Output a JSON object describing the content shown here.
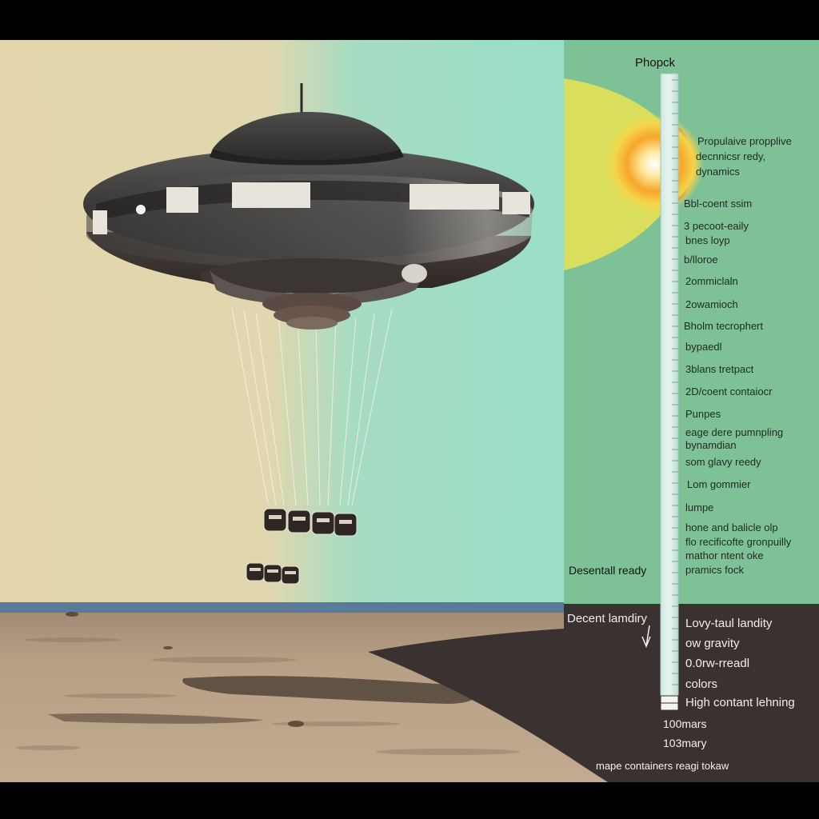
{
  "header": {
    "title": "Phopck"
  },
  "propulsion_callout": [
    "Propulaive propplive",
    "decnnicsr redy,",
    "dynamics"
  ],
  "scale_labels": [
    "Bbl-coent ssim",
    "3  pecoot-eaily",
    "bnes loyp",
    "b/lloroe",
    "2ommiclaln",
    "2owamioch",
    "Bholm tecrophert",
    "bypaedl",
    "3blans tretpact",
    "2D/coent contaiocr",
    "Punpes",
    "eage dere  pumnpling",
    "bynamdian",
    "som glavy reedy",
    "Lom gommier",
    "lumpe",
    "hone and balicle olp",
    "flo recificofte gronpuilly",
    "mathor ntent oke",
    "pramics fock"
  ],
  "left_labels": {
    "upper": "Desentall ready",
    "lower": "Decent  lamdiry"
  },
  "lower_labels": [
    "Lovy-taul landity",
    "ow gravity",
    "0.0rw-rreadl",
    "colors",
    "High contant lehning",
    "100mars",
    "103mary"
  ],
  "footer": {
    "text": "mape containers reagi tokaw"
  },
  "colors": {
    "sky_left": "#e3d5ab",
    "sky_right": "#9fdec6",
    "panel_green": "#7ec196",
    "panel_dark": "#3a3231",
    "ground": "#b49c82",
    "hull": "#3f3d3b",
    "heat_red": "#d8241f",
    "heat_yellow": "#d9df5c"
  }
}
